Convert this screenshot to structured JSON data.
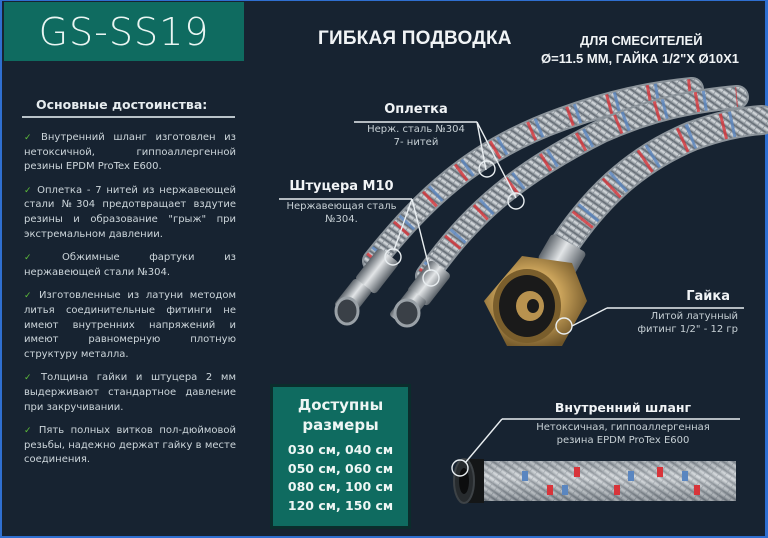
{
  "header": {
    "model": "GS-SS19",
    "title": "ГИБКАЯ ПОДВОДКА",
    "subtitle_line1": "ДЛЯ СМЕСИТЕЛЕЙ",
    "subtitle_line2": "Ø=11.5 ММ, ГАЙКА 1/2\"Х Ø10Х1"
  },
  "features": {
    "heading": "Основные достоинства:",
    "check_icon": "✓",
    "items": [
      {
        "text": "Внутренний шланг изготовлен из нетоксичной, гиппоаллергенной резины EPDM ProTex E600."
      },
      {
        "text": "Оплетка - 7 нитей из нержавеющей стали №304 предотвращает вздутие резины и образование \"грыж\" при экстремальном давлении."
      },
      {
        "text": "Обжимные фартуки из нержавеющей стали №304."
      },
      {
        "text": "Изготовленные из латуни методом литья соединительные фитинги не имеют внутренних напряжений и имеют равномерную плотную структуру металла."
      },
      {
        "text": "Толщина гайки и штуцера 2 мм выдерживают стандартное давление при закручивании."
      },
      {
        "text": "Пять полных витков пол-дюймовой резьбы, надежно держат гайку в месте соединения."
      }
    ]
  },
  "callouts": {
    "braid": {
      "title": "Оплетка",
      "line1": "Нерж. сталь №304",
      "line2": "7- нитей"
    },
    "nipples": {
      "title": "Штуцера М10",
      "line1": "Нержавеющая сталь",
      "line2": "№304."
    },
    "nut": {
      "title": "Гайка",
      "line1": "Литой латунный",
      "line2": "фитинг 1/2\" - 12 гр"
    },
    "inner_hose": {
      "title": "Внутренний шланг",
      "line1": "Нетоксичная, гиппоаллергенная",
      "line2": "резина EPDM ProTex E600"
    }
  },
  "sizes": {
    "title_line1": "Доступны",
    "title_line2": "размеры",
    "rows": [
      "030 см, 040 см",
      "050 см, 060 см",
      "080 см, 100 см",
      "120 см, 150 см"
    ]
  },
  "colors": {
    "background": "#172331",
    "accent_teal": "#0f6b60",
    "check_green": "#5fbf3a",
    "braid_red": "#d8343a",
    "braid_blue": "#5a86c0",
    "brass": "#c9a25a"
  }
}
